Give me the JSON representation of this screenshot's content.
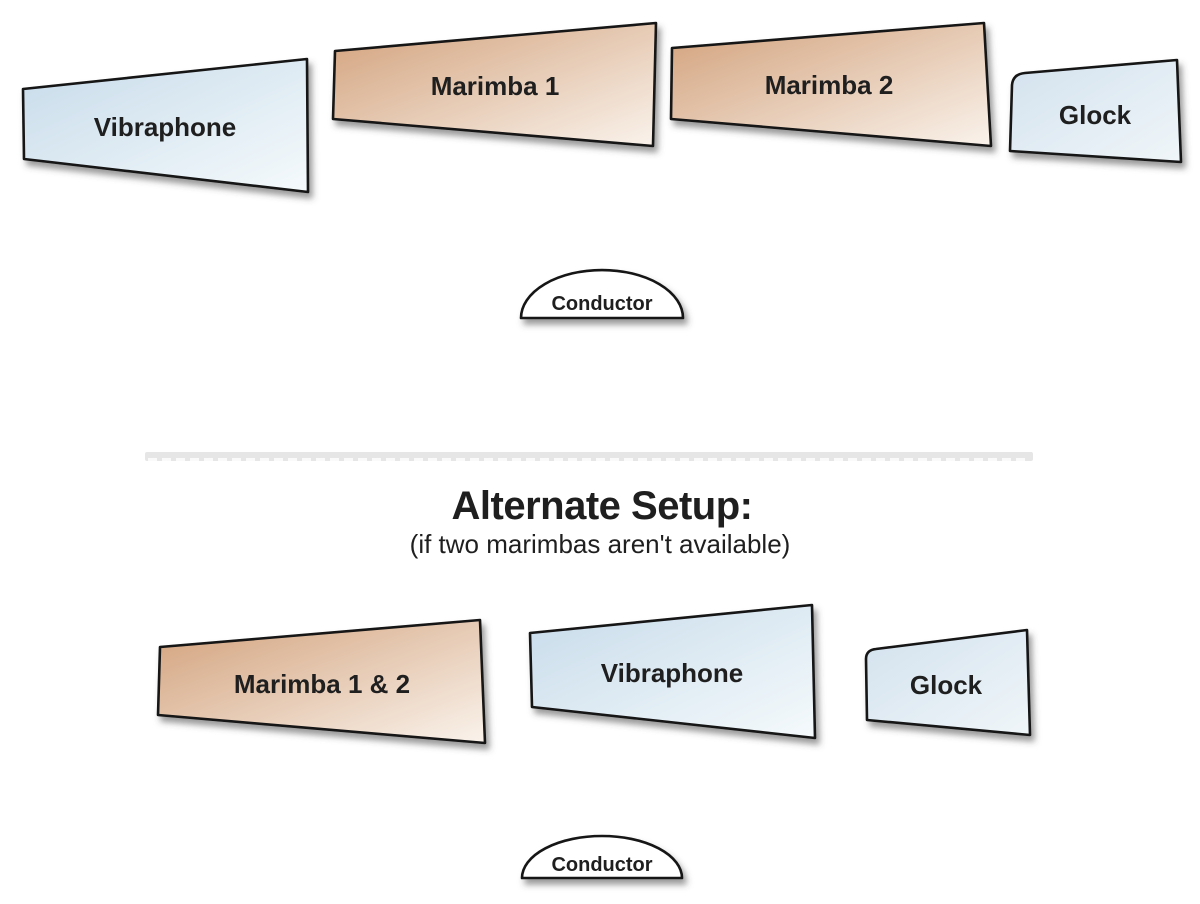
{
  "setup1": {
    "instruments": [
      {
        "name": "vibraphone",
        "label": "Vibraphone"
      },
      {
        "name": "marimba-1",
        "label": "Marimba 1"
      },
      {
        "name": "marimba-2",
        "label": "Marimba 2"
      },
      {
        "name": "glock",
        "label": "Glock"
      }
    ],
    "conductor_label": "Conductor"
  },
  "heading": {
    "title": "Alternate Setup:",
    "subtitle": "(if two marimbas aren't available)"
  },
  "setup2": {
    "instruments": [
      {
        "name": "marimba-1-and-2",
        "label": "Marimba 1 & 2"
      },
      {
        "name": "vibraphone",
        "label": "Vibraphone"
      },
      {
        "name": "glock",
        "label": "Glock"
      }
    ],
    "conductor_label": "Conductor"
  },
  "colors": {
    "marimba_start": "#d2a17b",
    "marimba_end": "#faf3ec",
    "vibraphone_start": "#c7dbea",
    "vibraphone_end": "#f5fafc",
    "glock_start": "#d3e2ee",
    "glock_end": "#f0f6f9",
    "conductor_fill": "#ffffff",
    "outline": "#141414",
    "text": "#1f1f1f",
    "divider": "#e6e6e6",
    "background": "#ffffff"
  }
}
